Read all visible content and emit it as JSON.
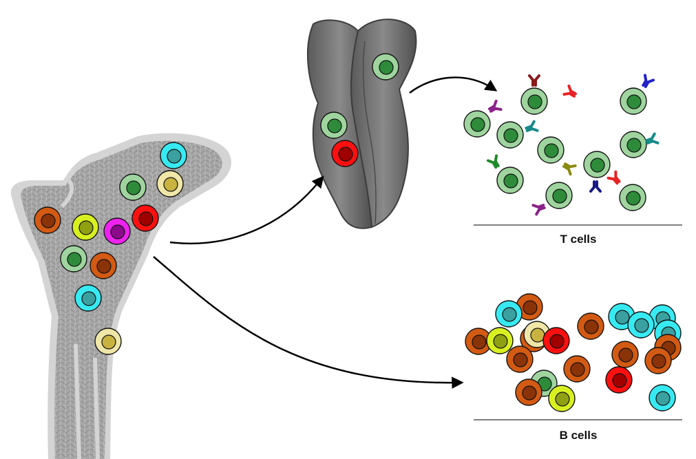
{
  "labels": {
    "t_cells": "T cells",
    "b_cells": "B cells"
  },
  "colors": {
    "bone": "#a9a9a9",
    "bone_outline": "#d2d2d2",
    "thymus": "#7b7b7b",
    "arrow": "#000000",
    "cell_green": "#9fd49f",
    "cell_green_nucleus": "#2e8b3a",
    "cell_orange": "#d35a12",
    "cell_orange_nucleus": "#8a3208",
    "cell_yellow_green": "#d8f020",
    "cell_yellow_green_nucleus": "#8fa010",
    "cell_magenta": "#ee22ee",
    "cell_magenta_nucleus": "#8a0a8a",
    "cell_red": "#ff1010",
    "cell_red_nucleus": "#a00000",
    "cell_cyan": "#37eaf2",
    "cell_cyan_nucleus": "#3aa0a0",
    "cell_cream": "#efe6a8",
    "cell_cream_nucleus": "#c8b240"
  },
  "icons": [
    "bone-marrow-illustration",
    "thymus-illustration",
    "t-cell-receptor-icon"
  ]
}
